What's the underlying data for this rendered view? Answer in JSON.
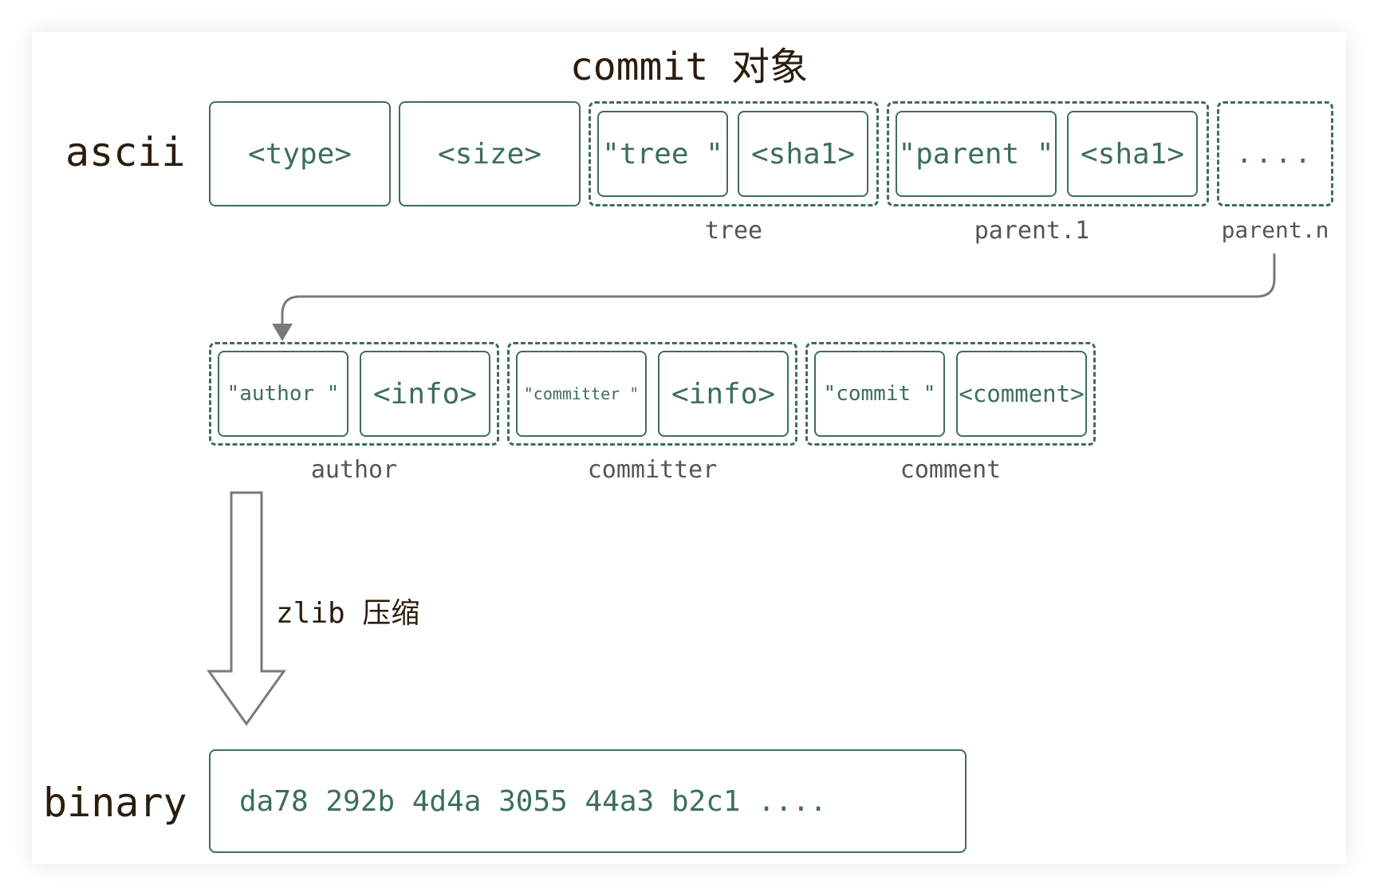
{
  "title": "commit 对象",
  "labels": {
    "ascii": "ascii",
    "binary": "binary",
    "compress": "zlib 压缩"
  },
  "row1": {
    "type": "<type>",
    "size": "<size>",
    "tree_key": "\"tree \"",
    "tree_sha": "<sha1>",
    "parent_key": "\"parent \"",
    "parent_sha": "<sha1>",
    "more": "....",
    "group_tree": "tree",
    "group_parent1": "parent.1",
    "group_parentn": "parent.n"
  },
  "row2": {
    "author_key": "\"author \"",
    "author_info": "<info>",
    "committer_key": "\"committer \"",
    "committer_info": "<info>",
    "commit_key": "\"commit \"",
    "comment": "<comment>",
    "group_author": "author",
    "group_committer": "committer",
    "group_comment": "comment"
  },
  "binary_value": "da78 292b 4d4a 3055 44a3 b2c1 ....",
  "colors": {
    "box_stroke": "#3c6e5c",
    "text_dark": "#2b1d0e",
    "connector": "#7a7a7a"
  }
}
